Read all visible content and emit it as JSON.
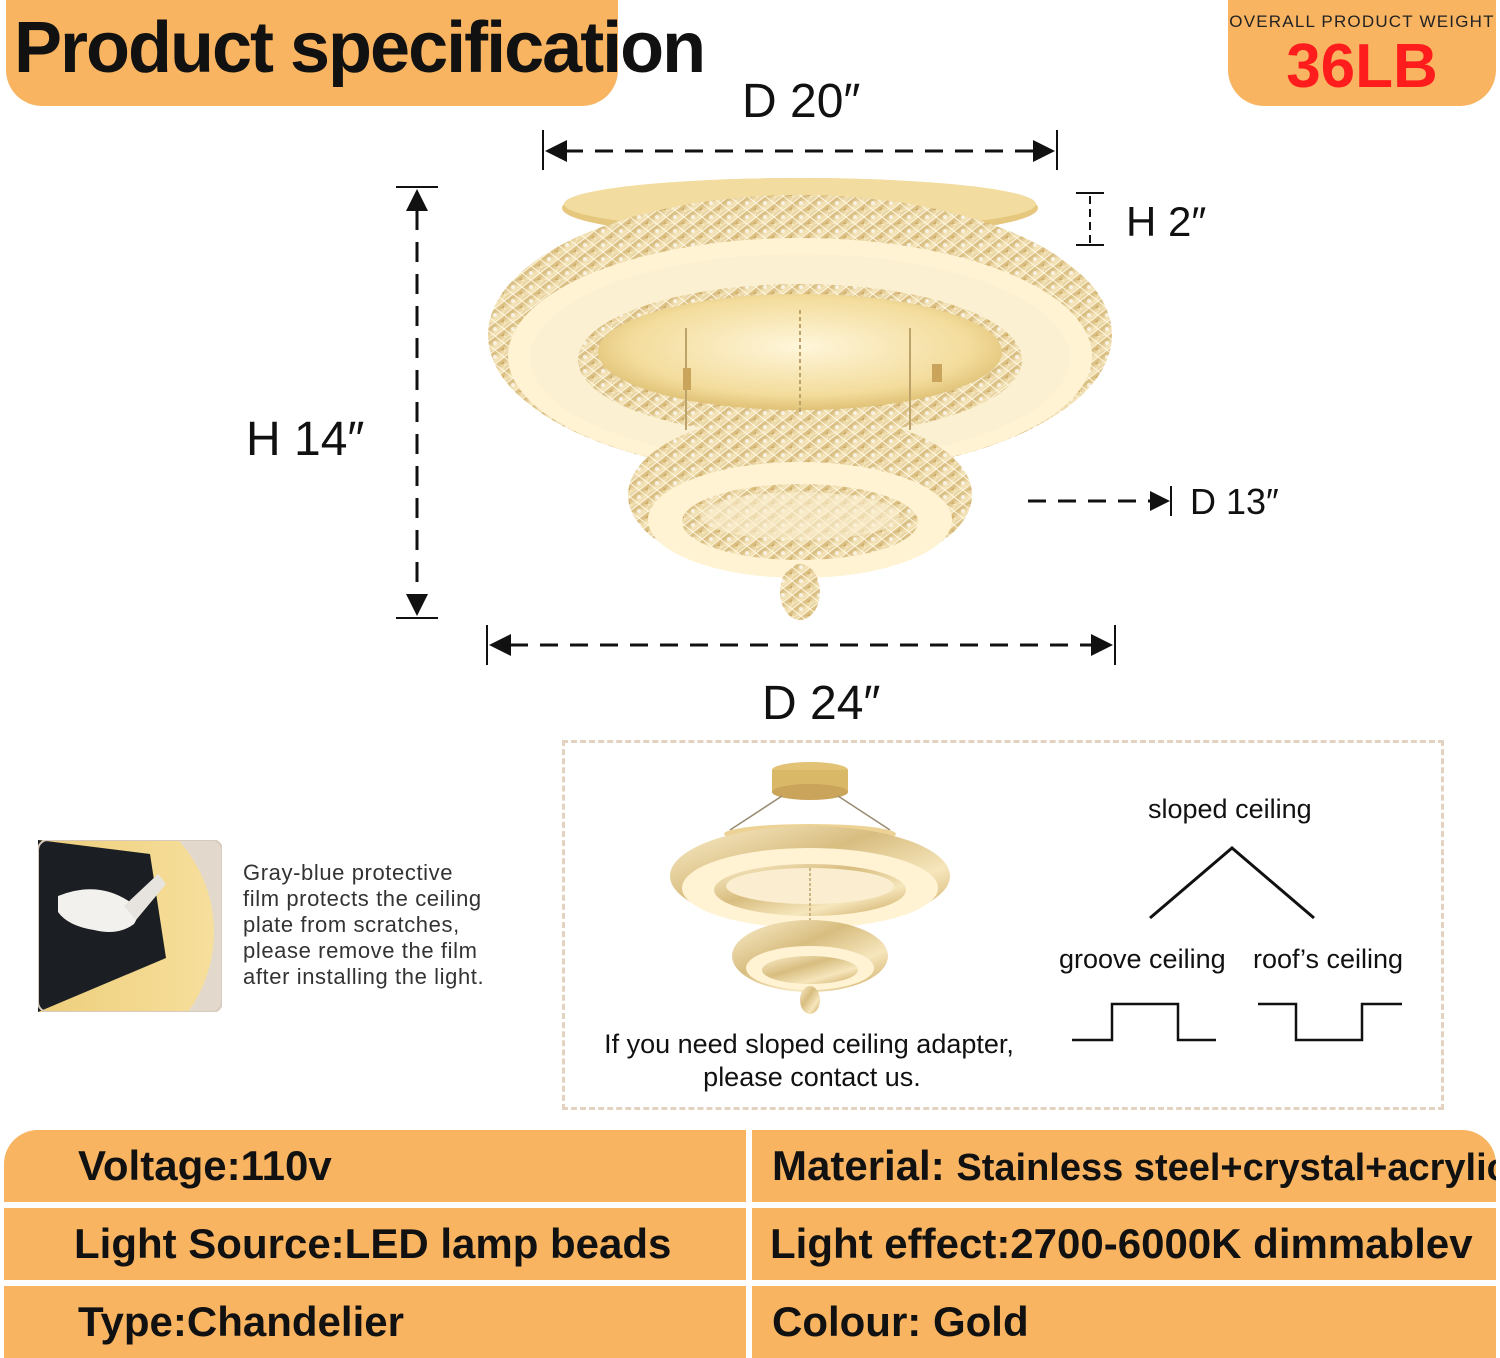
{
  "header": {
    "title": "Product specification",
    "weight_label": "OVERALL PRODUCT WEIGHT",
    "weight_value": "36LB"
  },
  "dimensions": {
    "top_diameter": "D 20″",
    "ring_height": "H 2″",
    "total_height": "H 14″",
    "lower_diameter": "D 13″",
    "bottom_diameter": "D 24″"
  },
  "film_note": {
    "lines": [
      "Gray-blue protective",
      "film protects the ceiling",
      "plate from scratches,",
      "please remove the film",
      "after installing the light."
    ]
  },
  "ceiling_options": {
    "sloped": "sloped ceiling",
    "groove": "groove ceiling",
    "roof": "roof’s ceiling",
    "note_line1": "If you need sloped ceiling adapter,",
    "note_line2": "please contact us."
  },
  "specs": {
    "voltage": "Voltage:110v",
    "material_label": "Material: ",
    "material_value": "Stainless steel+crystal+acrylic",
    "light_source": "Light Source:LED lamp beads",
    "light_effect": "Light effect:2700-6000K dimmablev",
    "type": "Type:Chandelier",
    "colour": "Colour: Gold"
  },
  "colors": {
    "badge_orange": "#f8b461",
    "weight_red": "#ff1c1c",
    "gold": "#d9b868"
  }
}
